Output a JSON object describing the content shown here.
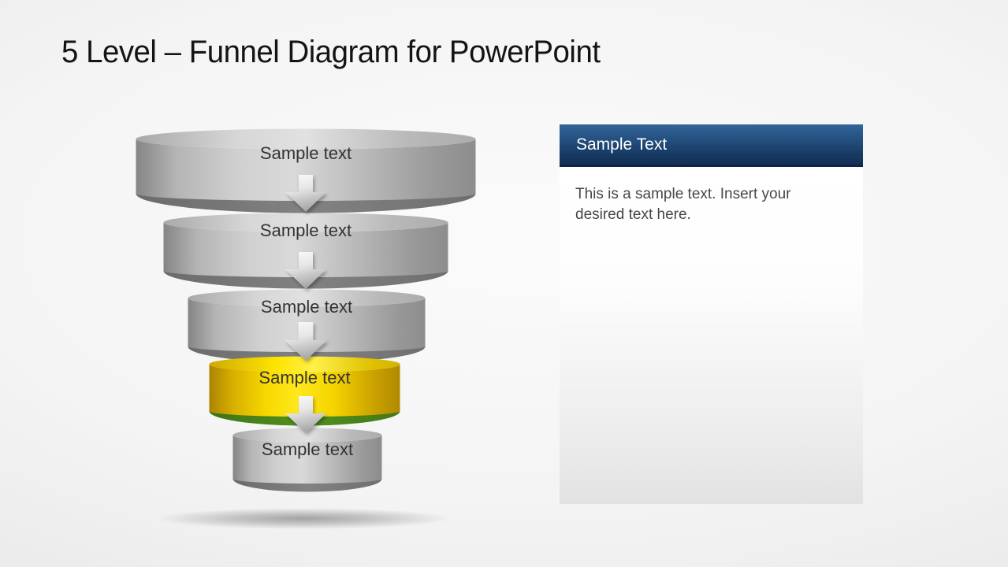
{
  "title": "5 Level – Funnel Diagram for PowerPoint",
  "funnel": {
    "levels": [
      {
        "label": "Sample text",
        "style": "gray"
      },
      {
        "label": "Sample text",
        "style": "gray"
      },
      {
        "label": "Sample text",
        "style": "gray"
      },
      {
        "label": "Sample text",
        "style": "yellow-green-highlight"
      },
      {
        "label": "Sample text",
        "style": "gray"
      }
    ],
    "icons": {
      "connector": "arrow-down-icon"
    }
  },
  "side_panel": {
    "header": "Sample Text",
    "body": "This is a sample text. Insert your\ndesired text here."
  },
  "colors": {
    "highlight_yellow": "#ffdf00",
    "highlight_green": "#53901f",
    "panel_header_top": "#336499",
    "panel_header_bottom": "#132f56",
    "cylinder_gray_light": "#d8d8d8",
    "cylinder_gray_dark": "#787878",
    "label_text": "#333333",
    "panel_body_text": "#474747",
    "title_text": "#141414"
  }
}
